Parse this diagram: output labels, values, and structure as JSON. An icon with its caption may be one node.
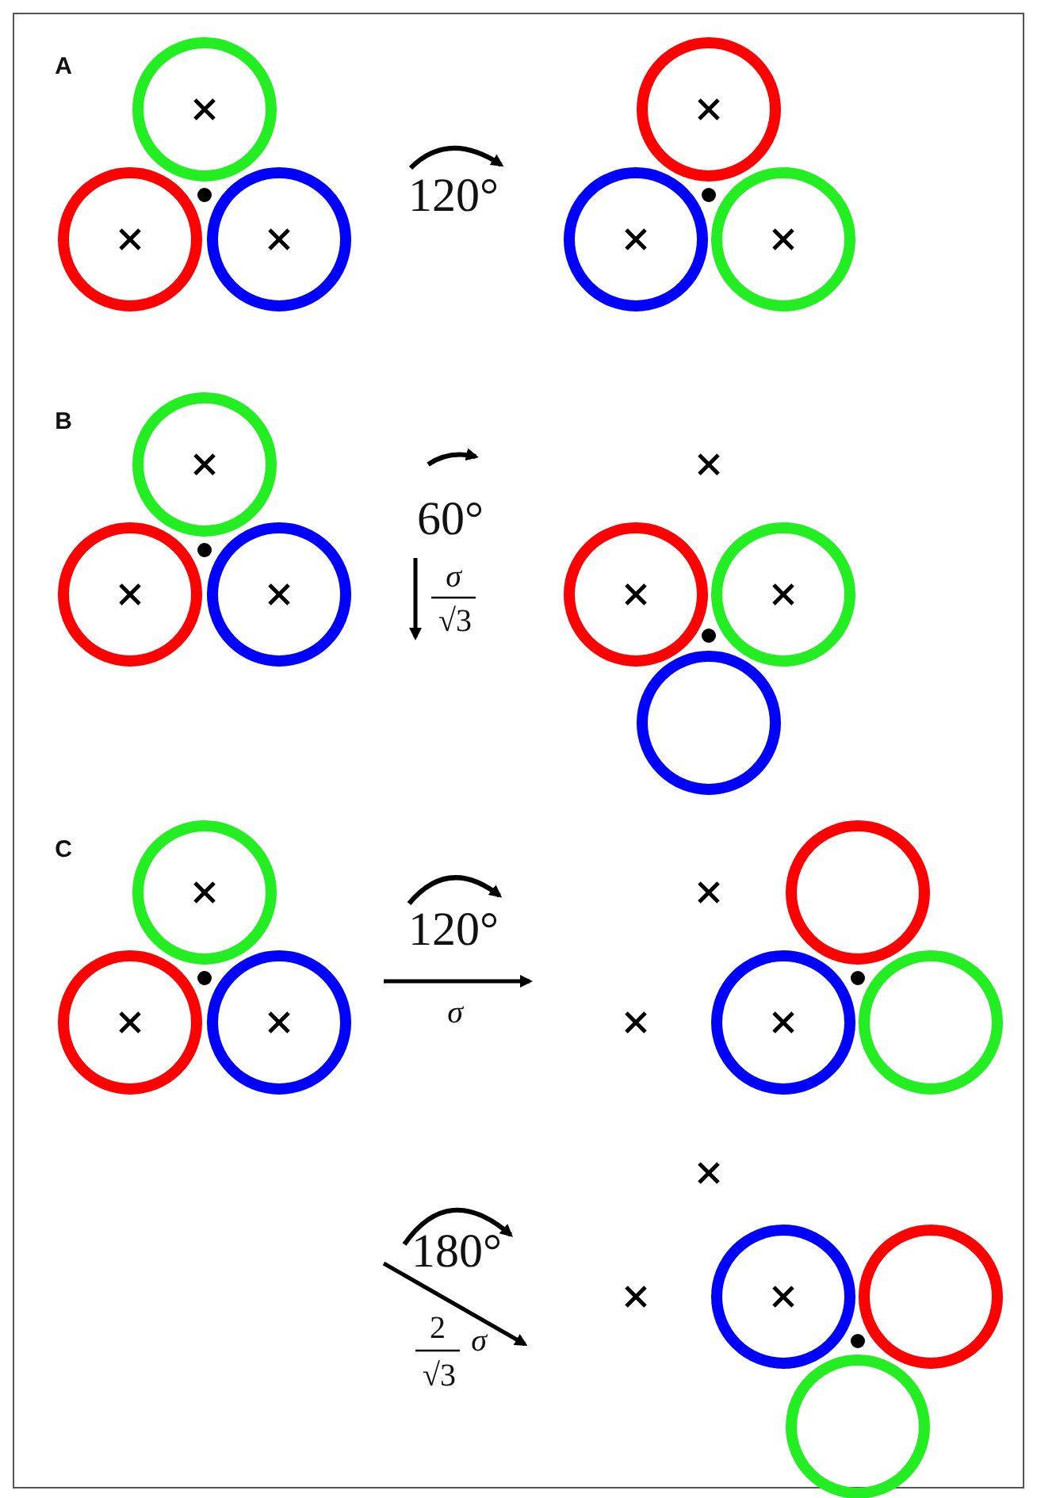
{
  "diagram": {
    "labels": [
      "A",
      "120°",
      "B",
      "60°",
      "σ",
      "√3",
      "C",
      "120°",
      "σ",
      "180°",
      "2",
      "√3",
      "σ"
    ]
  }
}
